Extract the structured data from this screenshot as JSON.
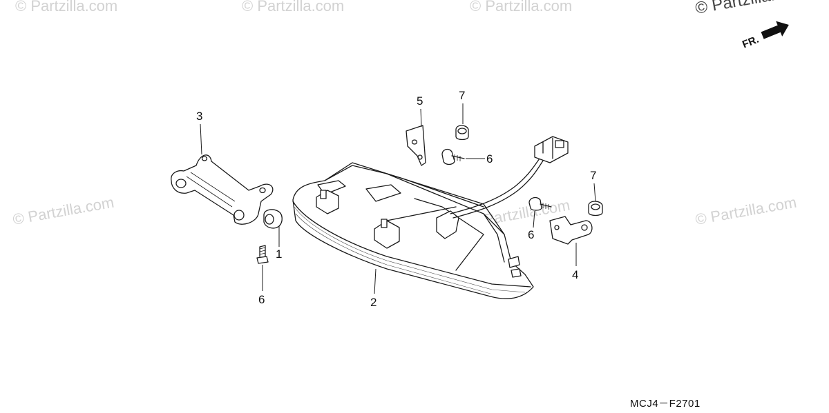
{
  "watermarks": {
    "top_1": "© Partzilla.com",
    "top_2": "© Partzilla.com",
    "top_3": "© Partzilla.com",
    "top_right": "© Partzilla.com",
    "mid_left": "© Partzilla.com",
    "mid_center": "© Partzilla.com",
    "mid_right": "© Partzilla.com"
  },
  "direction_label": "FR.",
  "callouts": {
    "c1": "1",
    "c2": "2",
    "c3": "3",
    "c4": "4",
    "c5": "5",
    "c6a": "6",
    "c6b": "6",
    "c6c": "6",
    "c7a": "7",
    "c7b": "7"
  },
  "part_code": "MCJ4－F2701"
}
